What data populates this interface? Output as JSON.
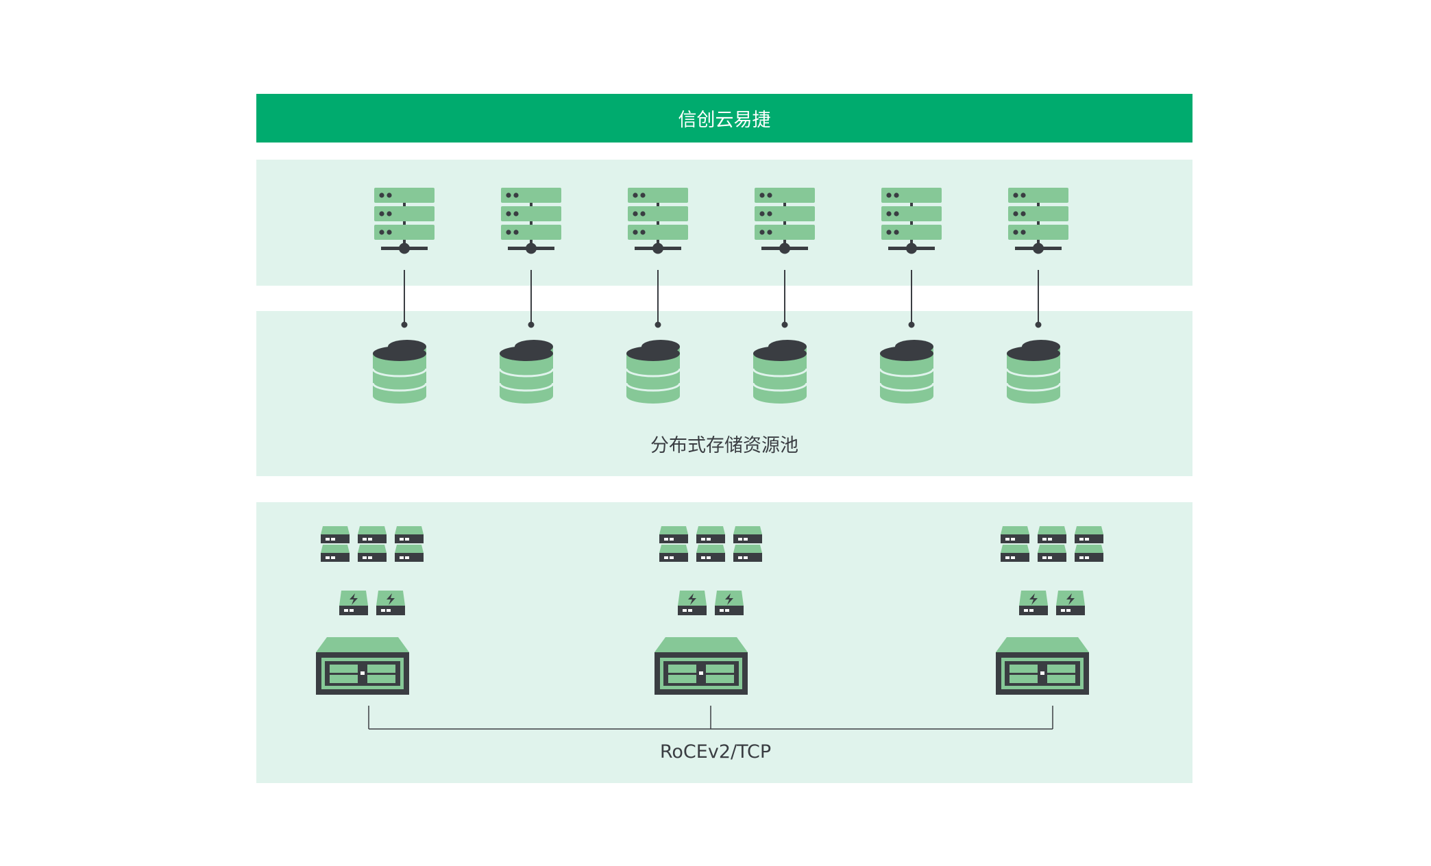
{
  "header": {
    "title": "信创云易捷"
  },
  "storage_pool": {
    "label": "分布式存储资源池"
  },
  "network": {
    "label": "RoCEv2/TCP"
  },
  "colors": {
    "brand_green": "#00ab6e",
    "band_bg": "#e0f3ec",
    "icon_green": "#86c897",
    "icon_dark": "#3a3d42"
  },
  "icons": {
    "server": "server-rack-icon",
    "storage": "database-icon",
    "disk": "disk-drive-icon",
    "ssd": "ssd-flash-icon",
    "chassis": "storage-node-icon"
  }
}
